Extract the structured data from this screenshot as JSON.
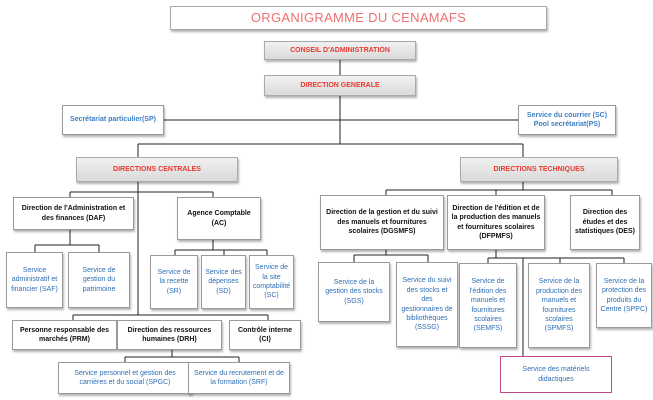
{
  "title": "ORGANIGRAMME DU CENAMAFS",
  "nodes": {
    "ca": "CONSEIL D'ADMINISTRATION",
    "dg": "DIRECTION GENERALE",
    "sp": "Secrétariat particulier(SP)",
    "sc": "Service du courrier (SC) Pool secrétariat(PS)",
    "dc": "DIRECTIONS CENTRALES",
    "dt": "DIRECTIONS TECHNIQUES",
    "daf": "Direction de l'Administration et des finances (DAF)",
    "ac": "Agence Comptable (AC)",
    "dgsmfs": "Direction de la gestion et du suivi des manuels et fournitures scolaires (DGSMFS)",
    "dfpmfs": "Direction de l'édition et de la production des manuels et fournitures scolaires (DFPMFS)",
    "des": "Direction des études et des statistiques (DES)",
    "saf": "Service administratif et financier (SAF)",
    "sgp": "Service de gestion du patrimoine",
    "sr": "Service de la recette (SR)",
    "sd": "Service des dépenses (SD)",
    "scpt": "Service de la site comptabilité (SC)",
    "sgs": "Service de la gestion des stocks (SGS)",
    "sssg": "Service du suivi des stocks et des gestionnaires de bibliothèques (SSSG)",
    "semfs": "Service de l'édition des manuels et fournitures scolaires (SEMFS)",
    "spmfs": "Service de la production des manuels et fournitures scolaires (SPMFS)",
    "sppc": "Service de la protection des produits du Centre (SPPC)",
    "smd": "Service des matériels didactiques",
    "prm": "Personne responsable des marchés (PRM)",
    "drh": "Direction des ressources humaines (DRH)",
    "ci": "Contrôle interne (CI)",
    "spgc": "Service personnel et gestion des carrières et du social (SPGC)",
    "srf": "Service du recrutement et de la formation (SRF)"
  },
  "colors": {
    "title": "#f06f6f",
    "red_text": "#e8392f",
    "blue_text": "#3b7fc4",
    "line": "#222222",
    "pink_border": "#c04a86"
  }
}
